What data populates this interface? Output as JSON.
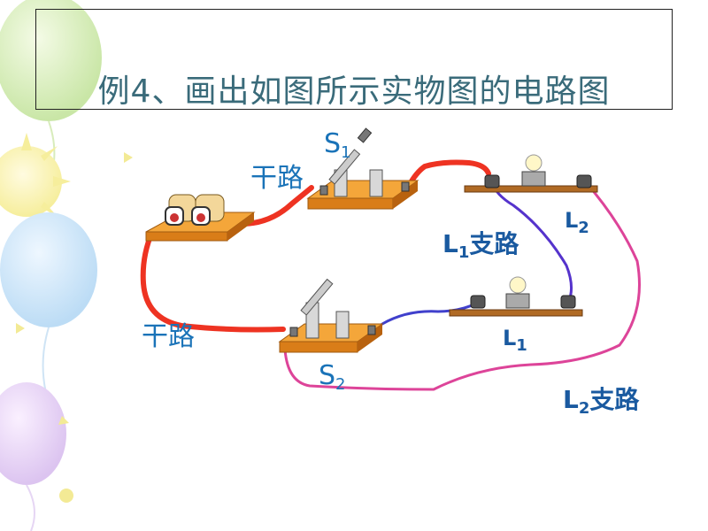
{
  "title": "例4、画出如图所示实物图的电路图",
  "labels": {
    "s1": {
      "main": "S",
      "sub": "1",
      "suffix": ""
    },
    "s2": {
      "main": "S",
      "sub": "2",
      "suffix": ""
    },
    "main_line_top": {
      "main": "干路",
      "sub": "",
      "suffix": ""
    },
    "main_line_bottom": {
      "main": "干路",
      "sub": "",
      "suffix": ""
    },
    "l1_branch": {
      "main": "L",
      "sub": "1",
      "suffix": "支路"
    },
    "l2_branch": {
      "main": "L",
      "sub": "2",
      "suffix": "支路"
    },
    "l1": {
      "main": "L",
      "sub": "1",
      "suffix": ""
    },
    "l2": {
      "main": "L",
      "sub": "2",
      "suffix": ""
    }
  },
  "colors": {
    "main_wire": "#ee3322",
    "l1_branch_wire": "#5533cc",
    "l2_branch_wire": "#dd4499",
    "board": "#ee8822",
    "title_text": "#3a6b7a",
    "label_blue": "#1a73b8"
  },
  "icons": [
    "battery-box-icon",
    "knife-switch-icon",
    "bulb-icon"
  ]
}
